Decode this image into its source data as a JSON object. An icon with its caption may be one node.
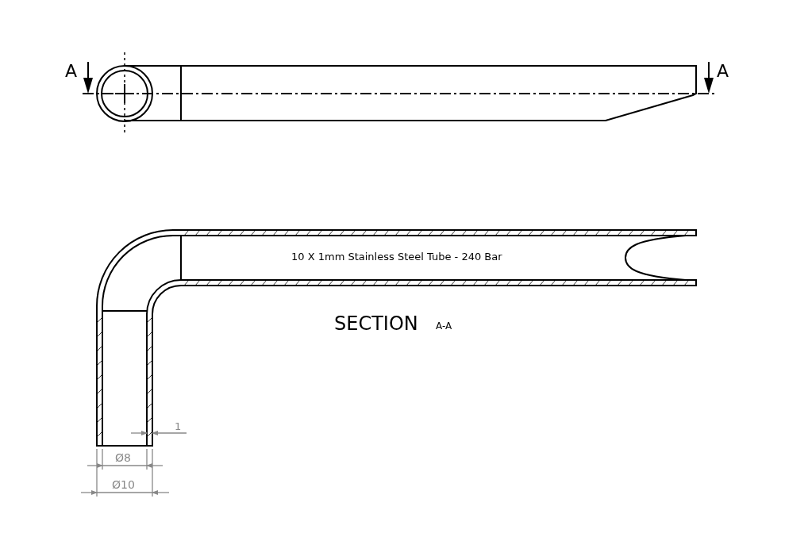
{
  "diagram": {
    "labels": [
      "A",
      "A",
      "10 X 1mm Stainless Steel Tube - 240 Bar",
      "SECTION",
      "A-A",
      "1",
      "Ø8",
      "Ø10"
    ]
  }
}
